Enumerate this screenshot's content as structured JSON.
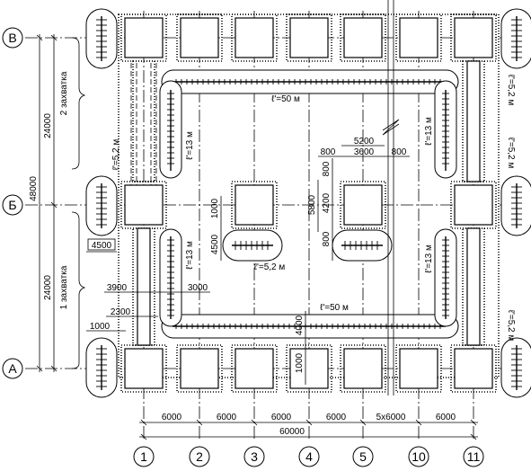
{
  "axes_rows": [
    {
      "label": "В"
    },
    {
      "label": "Б"
    },
    {
      "label": "А"
    }
  ],
  "axes_columns": [
    {
      "label": "1"
    },
    {
      "label": "2"
    },
    {
      "label": "3"
    },
    {
      "label": "4"
    },
    {
      "label": "5"
    },
    {
      "label": "10"
    },
    {
      "label": "11"
    }
  ],
  "dimensions_bottom": {
    "spans": [
      "6000",
      "6000",
      "6000",
      "6000",
      "5x6000",
      "6000"
    ],
    "total": "60000"
  },
  "dimensions_left": {
    "upper": "24000",
    "lower": "24000",
    "total": "48000",
    "zone_upper": "2 захватка",
    "zone_lower": "1 захватка"
  },
  "dimensions_inner": {
    "d4500": "4500",
    "d3900": "3900",
    "d3000": "3000",
    "d2300": "2300",
    "d1000_left": "1000",
    "d1000_mid": "1000",
    "d4500_mid": "4500",
    "d5200": "5200",
    "d800_a": "800",
    "d3600": "3600",
    "d800_b": "800",
    "d800_v1": "800",
    "d4200": "4200",
    "d5800": "5800",
    "d800_v2": "800",
    "d4000": "4000",
    "d1000_bottom": "1000"
  },
  "crane_labels": {
    "top_track": "ℓ'=50 м",
    "bottom_track": "ℓ'=50 м",
    "left_upper": "ℓ'=13 м",
    "left_lower": "ℓ'=13 м",
    "right_upper": "ℓ'=13 м",
    "right_lower": "ℓ'=13 м",
    "left_short": "ℓ'=5,2 м",
    "mid_short": "ℓ'=5,2 м",
    "right_short_upper_a": "ℓ'=5,2 м",
    "right_short_upper_b": "ℓ'=5,2 м",
    "right_short_lower": "ℓ'=5,2 м"
  }
}
